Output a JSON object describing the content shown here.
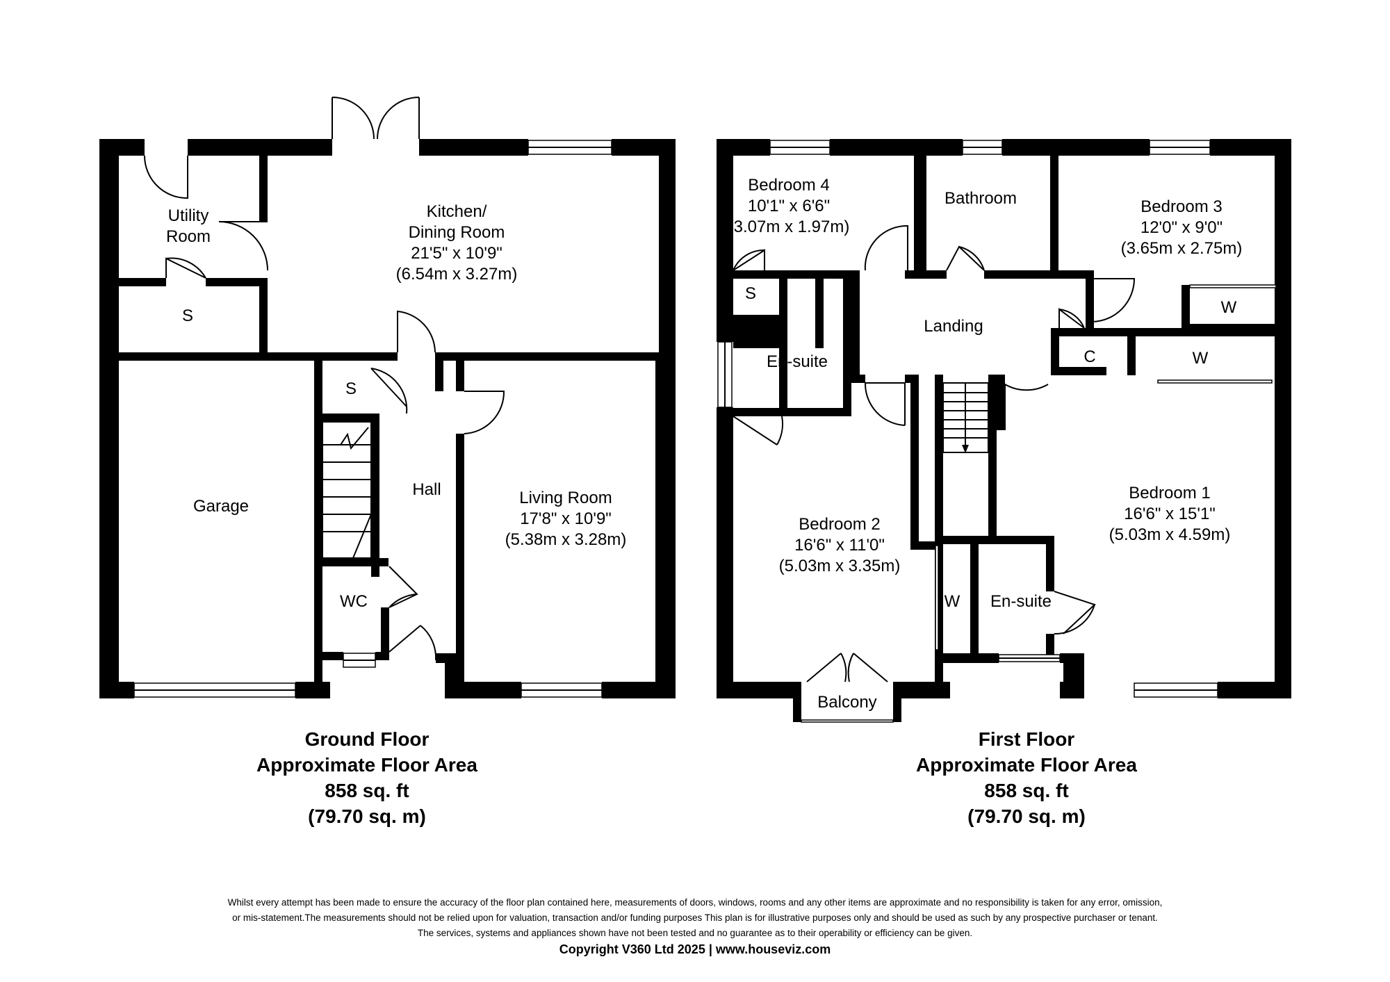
{
  "ground_floor": {
    "rooms": {
      "utility": [
        "Utility",
        "Room"
      ],
      "kitchen": [
        "Kitchen/",
        "Dining Room",
        "21'5\" x 10'9\"",
        "(6.54m x 3.27m)"
      ],
      "store_utility": "S",
      "store_hall": "S",
      "garage": "Garage",
      "hall": "Hall",
      "living": [
        "Living Room",
        "17'8\" x 10'9\"",
        "(5.38m x 3.28m)"
      ],
      "wc": "WC"
    },
    "caption": [
      "Ground Floor",
      "Approximate Floor Area",
      "858 sq. ft",
      "(79.70 sq. m)"
    ]
  },
  "first_floor": {
    "rooms": {
      "bedroom4": [
        "Bedroom 4",
        "10'1\" x 6'6\"",
        "(3.07m x 1.97m)"
      ],
      "bathroom": "Bathroom",
      "bedroom3": [
        "Bedroom 3",
        "12'0\" x 9'0\"",
        "(3.65m x 2.75m)"
      ],
      "store": "S",
      "landing": "Landing",
      "ensuite_left": "En-suite",
      "wardrobe_b3": "W",
      "cupboard": "C",
      "wardrobe_b1": "W",
      "bedroom2": [
        "Bedroom 2",
        "16'6\" x 11'0\"",
        "(5.03m x 3.35m)"
      ],
      "wardrobe_b2": "W",
      "ensuite_right": "En-suite",
      "bedroom1": [
        "Bedroom 1",
        "16'6\" x 15'1\"",
        "(5.03m x 4.59m)"
      ],
      "balcony": "Balcony"
    },
    "caption": [
      "First Floor",
      "Approximate Floor Area",
      "858 sq. ft",
      "(79.70 sq. m)"
    ]
  },
  "disclaimer": [
    "Whilst every attempt has been made to ensure the accuracy of the floor plan contained here, measurements of doors, windows, rooms and any other items are approximate and no responsibility is taken for any error, omission,",
    "or mis-statement.The measurements should not be relied upon for valuation, transaction and/or funding purposes This plan is for illustrative purposes only and should be used as such by any prospective purchaser or tenant.",
    "The services, systems and appliances shown have not been tested and no guarantee as to their operability or efficiency can be given."
  ],
  "copyright": "Copyright V360 Ltd 2025 | www.houseviz.com"
}
